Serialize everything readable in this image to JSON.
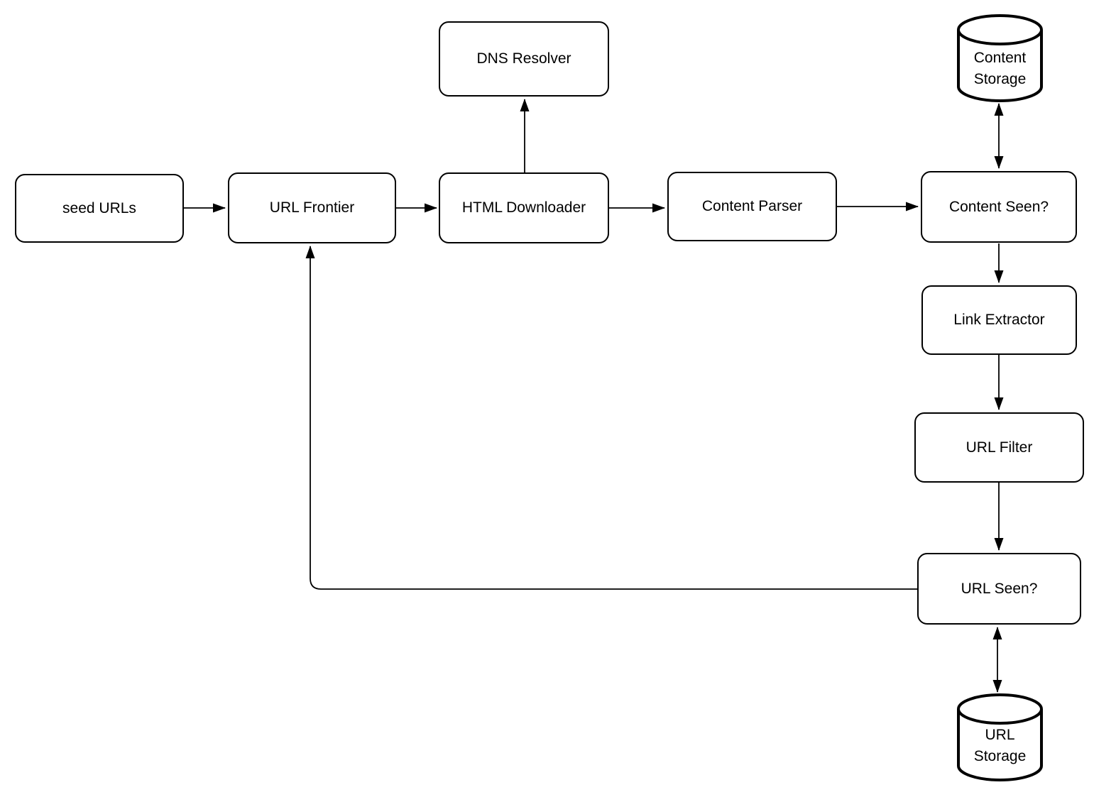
{
  "diagram": {
    "background_color": "#ffffff",
    "stroke_color": "#000000",
    "text_color": "#000000",
    "nodes": {
      "seed_urls": {
        "label": "seed URLs",
        "type": "rounded-box"
      },
      "url_frontier": {
        "label": "URL Frontier",
        "type": "rounded-box"
      },
      "dns_resolver": {
        "label": "DNS Resolver",
        "type": "rounded-box"
      },
      "html_downloader": {
        "label": "HTML Downloader",
        "type": "rounded-box"
      },
      "content_parser": {
        "label": "Content Parser",
        "type": "rounded-box"
      },
      "content_seen": {
        "label": "Content Seen?",
        "type": "rounded-box"
      },
      "content_storage": {
        "line1": "Content",
        "line2": "Storage",
        "type": "cylinder"
      },
      "link_extractor": {
        "label": "Link Extractor",
        "type": "rounded-box"
      },
      "url_filter": {
        "label": "URL Filter",
        "type": "rounded-box"
      },
      "url_seen": {
        "label": "URL Seen?",
        "type": "rounded-box"
      },
      "url_storage": {
        "line1": "URL",
        "line2": "Storage",
        "type": "cylinder"
      }
    },
    "edges": [
      {
        "from": "seed_urls",
        "to": "url_frontier",
        "direction": "one-way"
      },
      {
        "from": "url_frontier",
        "to": "html_downloader",
        "direction": "one-way"
      },
      {
        "from": "html_downloader",
        "to": "dns_resolver",
        "direction": "one-way"
      },
      {
        "from": "html_downloader",
        "to": "content_parser",
        "direction": "one-way"
      },
      {
        "from": "content_parser",
        "to": "content_seen",
        "direction": "one-way"
      },
      {
        "from": "content_seen",
        "to": "content_storage",
        "direction": "two-way"
      },
      {
        "from": "content_seen",
        "to": "link_extractor",
        "direction": "one-way"
      },
      {
        "from": "link_extractor",
        "to": "url_filter",
        "direction": "one-way"
      },
      {
        "from": "url_filter",
        "to": "url_seen",
        "direction": "one-way"
      },
      {
        "from": "url_seen",
        "to": "url_storage",
        "direction": "two-way"
      },
      {
        "from": "url_seen",
        "to": "url_frontier",
        "direction": "one-way"
      }
    ]
  }
}
